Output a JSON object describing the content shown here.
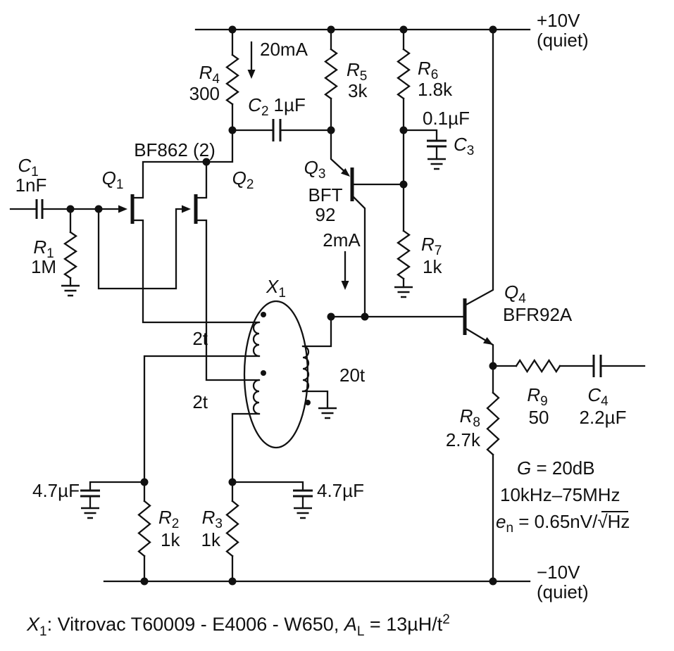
{
  "ink": "#111111",
  "power": {
    "top_rail": "+10V",
    "top_rail_note": "(quiet)",
    "bottom_rail": "−10V",
    "bottom_rail_note": "(quiet)"
  },
  "currents": {
    "jfet_drain": "20mA",
    "q3_collector": "2mA"
  },
  "parts": {
    "c1": {
      "ref": "C",
      "sub": "1",
      "value": "1nF"
    },
    "c2": {
      "ref": "C",
      "sub": "2",
      "value": "1µF"
    },
    "c3": {
      "ref": "C",
      "sub": "3",
      "value": "0.1µF"
    },
    "c4": {
      "ref": "C",
      "sub": "4",
      "value": "2.2µF"
    },
    "cap_left": {
      "value": "4.7µF"
    },
    "cap_right": {
      "value": "4.7µF"
    },
    "r1": {
      "ref": "R",
      "sub": "1",
      "value": "1M"
    },
    "r2": {
      "ref": "R",
      "sub": "2",
      "value": "1k"
    },
    "r3": {
      "ref": "R",
      "sub": "3",
      "value": "1k"
    },
    "r4": {
      "ref": "R",
      "sub": "4",
      "value": "300"
    },
    "r5": {
      "ref": "R",
      "sub": "5",
      "value": "3k"
    },
    "r6": {
      "ref": "R",
      "sub": "6",
      "value": "1.8k"
    },
    "r7": {
      "ref": "R",
      "sub": "7",
      "value": "1k"
    },
    "r8": {
      "ref": "R",
      "sub": "8",
      "value": "2.7k"
    },
    "r9": {
      "ref": "R",
      "sub": "9",
      "value": "50"
    },
    "q1": {
      "ref": "Q",
      "sub": "1"
    },
    "q2": {
      "ref": "Q",
      "sub": "2"
    },
    "jfet_type": "BF862 (2)",
    "q3": {
      "ref": "Q",
      "sub": "3",
      "type1": "BFT",
      "type2": "92"
    },
    "q4": {
      "ref": "Q",
      "sub": "4",
      "type": "BFR92A"
    },
    "x1": {
      "ref": "X",
      "sub": "1",
      "turns_p1": "2t",
      "turns_p2": "2t",
      "turns_s": "20t"
    }
  },
  "specs": {
    "gain_sym": "G",
    "gain_rest": " = 20dB",
    "bandwidth": "10kHz–75MHz",
    "noise_sym": "e",
    "noise_sub": "n",
    "noise_rest": " = 0.65nV/",
    "noise_radical": "√",
    "noise_unit": "Hz"
  },
  "footnote": {
    "sym": "X",
    "sub": "1",
    "body": ": Vitrovac T60009 - E4006 - W650, ",
    "al_sym": "A",
    "al_sub": "L",
    "al_rest": " = 13µH/t",
    "al_exp": "2"
  }
}
